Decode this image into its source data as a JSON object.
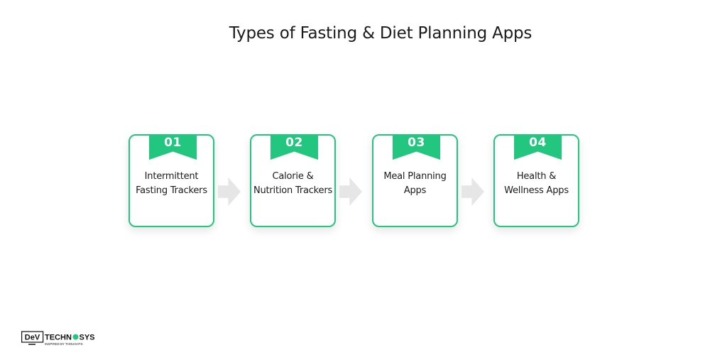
{
  "title": "Types of Fasting & Diet Planning Apps",
  "steps": [
    {
      "number": "01",
      "label": "Intermittent\nFasting Trackers"
    },
    {
      "number": "02",
      "label": "Calorie &\nNutrition Trackers"
    },
    {
      "number": "03",
      "label": "Meal Planning\nApps"
    },
    {
      "number": "04",
      "label": "Health &\nWellness Apps"
    }
  ],
  "logo": {
    "text_left": "DeV",
    "text_right": "TECHN",
    "text_end": "SYS",
    "tagline": "INSPIRED BY THOUGHTS"
  },
  "colors": {
    "accent": "#22c67e",
    "arrow": "#e6e6e6",
    "text": "#1a1a1a"
  },
  "icons": [
    "arrow-right-icon",
    "logo-icon"
  ]
}
